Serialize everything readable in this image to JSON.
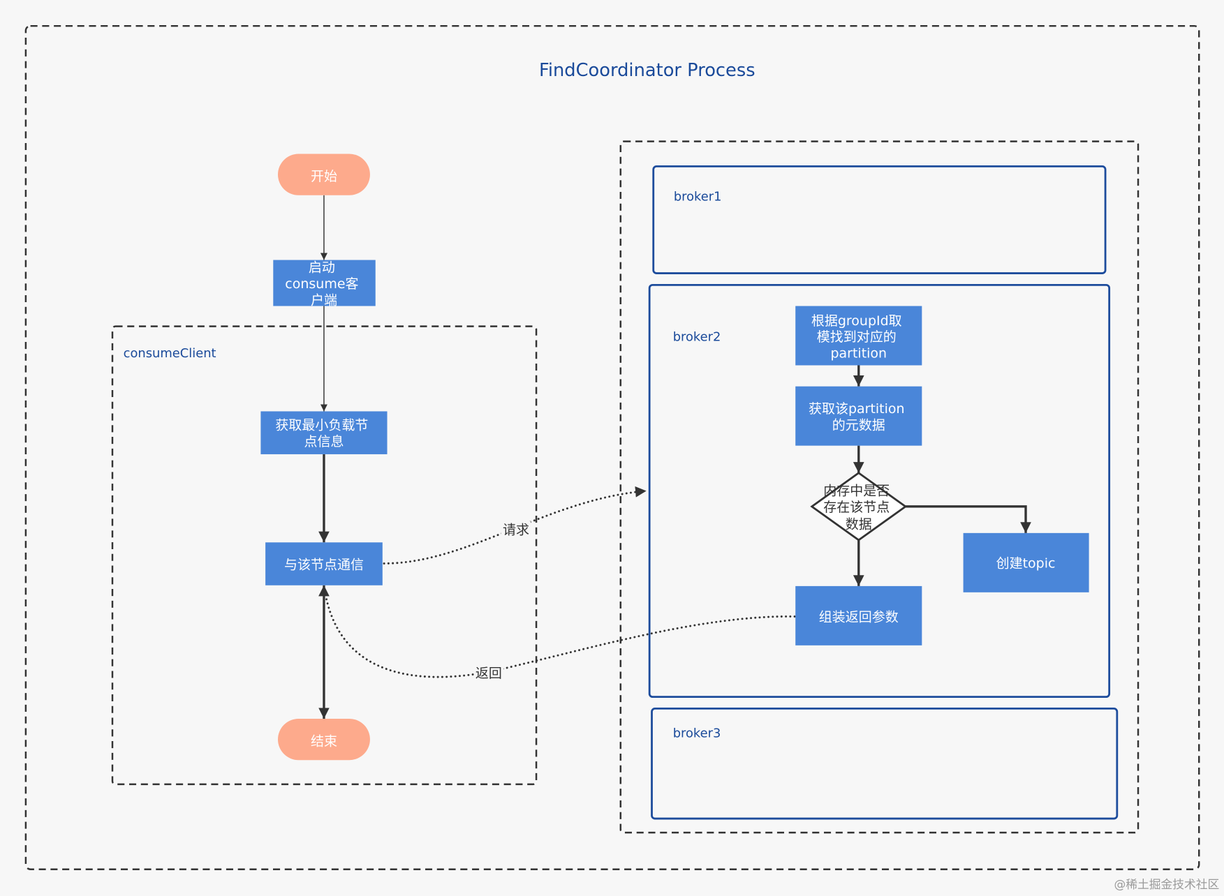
{
  "title": "FindCoordinator Process",
  "colors": {
    "background": "#f7f7f7",
    "line": "#333333",
    "process_fill": "#4a86d9",
    "terminator_fill": "#fdaa8c",
    "decision_fill": "#ffffff",
    "node_text": "#ffffff",
    "label_text": "#1a4a9a",
    "broker_border": "#1d4c9c",
    "watermark": "#9a9a9a"
  },
  "groups": {
    "consume_client": {
      "label": "consumeClient"
    },
    "broker1": {
      "label": "broker1"
    },
    "broker2": {
      "label": "broker2"
    },
    "broker3": {
      "label": "broker3"
    }
  },
  "nodes": {
    "start": {
      "lines": [
        "开始"
      ]
    },
    "start_client": {
      "lines": [
        "启动",
        "consume客",
        "户端"
      ]
    },
    "get_min_load_node": {
      "lines": [
        "获取最小负载节",
        "点信息"
      ]
    },
    "communicate": {
      "lines": [
        "与该节点通信"
      ]
    },
    "end": {
      "lines": [
        "结束"
      ]
    },
    "find_partition": {
      "lines": [
        "根据groupId取",
        "模找到对应的",
        "partition"
      ]
    },
    "partition_metadata": {
      "lines": [
        "获取该partition",
        "的元数据"
      ]
    },
    "exists_in_memory": {
      "lines": [
        "内存中是否",
        "存在该节点",
        "数据"
      ]
    },
    "create_topic": {
      "lines": [
        "创建topic"
      ]
    },
    "assemble_response": {
      "lines": [
        "组装返回参数"
      ]
    }
  },
  "edge_labels": {
    "request": "请求",
    "return": "返回"
  },
  "watermark": "@稀土掘金技术社区"
}
